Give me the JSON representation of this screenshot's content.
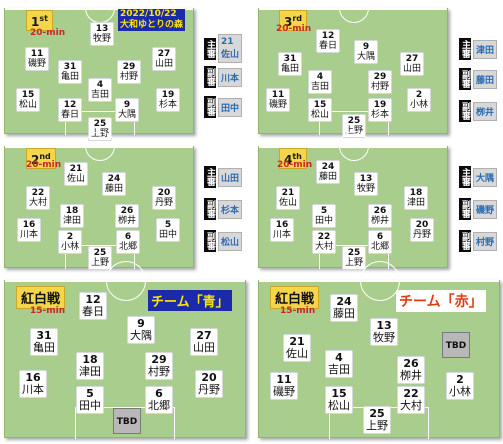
{
  "periods": [
    {
      "label": "1",
      "suffix": "st",
      "duration": "20-min",
      "date_tag": "2022/10/22\n大和ゆとりの森",
      "players": [
        {
          "num": "13",
          "name": "牧野"
        },
        {
          "num": "11",
          "name": "磯野"
        },
        {
          "num": "31",
          "name": "亀田"
        },
        {
          "num": "29",
          "name": "村野"
        },
        {
          "num": "27",
          "name": "山田"
        },
        {
          "num": "4",
          "name": "吉田"
        },
        {
          "num": "15",
          "name": "松山"
        },
        {
          "num": "12",
          "name": "春日"
        },
        {
          "num": "9",
          "name": "大隅"
        },
        {
          "num": "19",
          "name": "杉本"
        },
        {
          "num": "25",
          "name": "上野"
        }
      ],
      "refs": [
        {
          "role": "主審",
          "name": "21\n佐山"
        },
        {
          "role": "副審",
          "name": "川本"
        },
        {
          "role": "副審",
          "name": "田中"
        }
      ]
    },
    {
      "label": "3",
      "suffix": "rd",
      "duration": "20-min",
      "players": [
        {
          "num": "12",
          "name": "春日"
        },
        {
          "num": "31",
          "name": "亀田"
        },
        {
          "num": "9",
          "name": "大隅"
        },
        {
          "num": "27",
          "name": "山田"
        },
        {
          "num": "4",
          "name": "吉田"
        },
        {
          "num": "29",
          "name": "村野"
        },
        {
          "num": "11",
          "name": "磯野"
        },
        {
          "num": "15",
          "name": "松山"
        },
        {
          "num": "19",
          "name": "杉本"
        },
        {
          "num": "2",
          "name": "小林"
        },
        {
          "num": "25",
          "name": "上野"
        }
      ],
      "refs": [
        {
          "role": "主審",
          "name": "津田"
        },
        {
          "role": "副審",
          "name": "藤田"
        },
        {
          "role": "副審",
          "name": "栁井"
        }
      ]
    },
    {
      "label": "2",
      "suffix": "nd",
      "duration": "20-min",
      "players": [
        {
          "num": "21",
          "name": "佐山"
        },
        {
          "num": "24",
          "name": "藤田"
        },
        {
          "num": "22",
          "name": "大村"
        },
        {
          "num": "20",
          "name": "丹野"
        },
        {
          "num": "18",
          "name": "津田"
        },
        {
          "num": "26",
          "name": "栁井"
        },
        {
          "num": "16",
          "name": "川本"
        },
        {
          "num": "5",
          "name": "田中"
        },
        {
          "num": "2",
          "name": "小林"
        },
        {
          "num": "6",
          "name": "北郷"
        },
        {
          "num": "25",
          "name": "上野"
        }
      ],
      "refs": [
        {
          "role": "主審",
          "name": "山田"
        },
        {
          "role": "副審",
          "name": "杉本"
        },
        {
          "role": "副審",
          "name": "松山"
        }
      ]
    },
    {
      "label": "4",
      "suffix": "th",
      "duration": "20-min",
      "players": [
        {
          "num": "24",
          "name": "藤田"
        },
        {
          "num": "13",
          "name": "牧野"
        },
        {
          "num": "21",
          "name": "佐山"
        },
        {
          "num": "18",
          "name": "津田"
        },
        {
          "num": "5",
          "name": "田中"
        },
        {
          "num": "26",
          "name": "栁井"
        },
        {
          "num": "16",
          "name": "川本"
        },
        {
          "num": "20",
          "name": "丹野"
        },
        {
          "num": "22",
          "name": "大村"
        },
        {
          "num": "6",
          "name": "北郷"
        },
        {
          "num": "25",
          "name": "上野"
        }
      ],
      "refs": [
        {
          "role": "主審",
          "name": "大隅"
        },
        {
          "role": "副審",
          "name": "磯野"
        },
        {
          "role": "副審",
          "name": "村野"
        }
      ]
    }
  ],
  "kouhaku": [
    {
      "label": "紅白戦",
      "duration": "15-min",
      "team": "チーム「青」",
      "players": [
        {
          "num": "12",
          "name": "春日"
        },
        {
          "num": "9",
          "name": "大隅"
        },
        {
          "num": "31",
          "name": "亀田"
        },
        {
          "num": "27",
          "name": "山田"
        },
        {
          "num": "18",
          "name": "津田"
        },
        {
          "num": "29",
          "name": "村野"
        },
        {
          "num": "16",
          "name": "川本"
        },
        {
          "num": "20",
          "name": "丹野"
        },
        {
          "num": "5",
          "name": "田中"
        },
        {
          "num": "6",
          "name": "北郷"
        }
      ],
      "goal": "TBD"
    },
    {
      "label": "紅白戦",
      "duration": "15-min",
      "team": "チーム「赤」",
      "players": [
        {
          "num": "24",
          "name": "藤田"
        },
        {
          "num": "13",
          "name": "牧野"
        },
        {
          "num": "21",
          "name": "佐山"
        },
        {
          "num": "4",
          "name": "吉田"
        },
        {
          "num": "26",
          "name": "栁井"
        },
        {
          "num": "11",
          "name": "磯野"
        },
        {
          "num": "15",
          "name": "松山"
        },
        {
          "num": "22",
          "name": "大村"
        },
        {
          "num": "2",
          "name": "小林"
        },
        {
          "num": "25",
          "name": "上野"
        }
      ],
      "goal": "TBD"
    }
  ]
}
